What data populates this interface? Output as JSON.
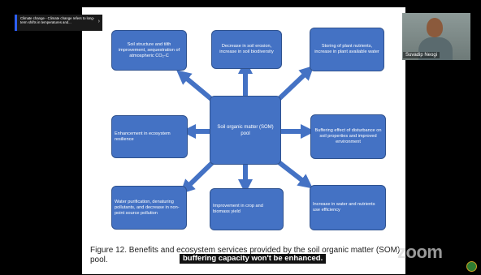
{
  "ticker": {
    "text": "Climate change - Climate change refers to long-term shifts in temperatures and...",
    "chevron": "›"
  },
  "participant": {
    "name": "Suvadip Neogi"
  },
  "diagram": {
    "center": "Soil organic matter (SOM) pool",
    "nodes": {
      "top_left": "Soil structure and tilth improvement, sequestration of atmospheric CO₂-C",
      "top_center": "Decrease in soil erosion, increase in soil biodiversity",
      "top_right": "Storing of plant nutrients, increase in plant available water",
      "mid_left": "Enhancement in ecosystem resilience",
      "mid_right": "Buffering effect of disturbance on soil properties and improved environment",
      "bottom_left": "Water purification, denaturing pollutants, and decrease in non-point source pollution",
      "bottom_center": "Improvement in crop and biomass yield",
      "bottom_right": "Increase in water and nutrients use efficiency"
    }
  },
  "caption": "Figure 12. Benefits and ecosystem services provided by the soil organic matter (SOM) pool.",
  "subtitle": "buffering capacity won't be enhanced.",
  "watermark": "zoom",
  "colors": {
    "box_fill": "#4472c4",
    "box_border": "#2f528f",
    "arrow": "#4472c4"
  }
}
